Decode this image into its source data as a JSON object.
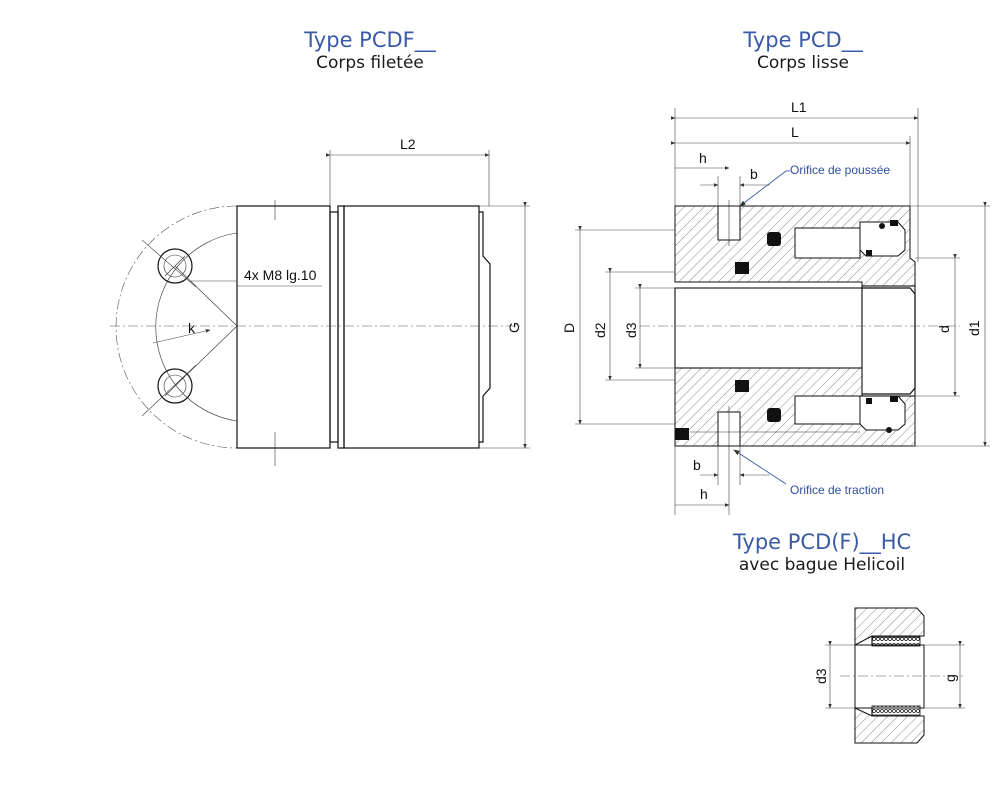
{
  "titles": {
    "pcdf": {
      "type": "Type PCDF__",
      "subtitle": "Corps filetée"
    },
    "pcd": {
      "type": "Type PCD__",
      "subtitle": "Corps lisse"
    },
    "pcdhc": {
      "type": "Type PCD(F)__HC",
      "subtitle": "avec bague Helicoil"
    }
  },
  "labels": {
    "L2": "L2",
    "G": "G",
    "k": "k",
    "thread_note": "4x M8 lg.10",
    "L1": "L1",
    "L": "L",
    "h_top": "h",
    "b_top": "b",
    "h_bottom": "h",
    "b_bottom": "b",
    "orifice_poussee": "Orifice de poussée",
    "orifice_traction": "Orifice de traction",
    "D": "D",
    "d2": "d2",
    "d3": "d3",
    "d": "d",
    "d1": "d1",
    "d3_hc": "d3",
    "g_hc": "g"
  },
  "colors": {
    "title_blue": "#3b5aa6",
    "callout_blue": "#2c4f9e"
  }
}
